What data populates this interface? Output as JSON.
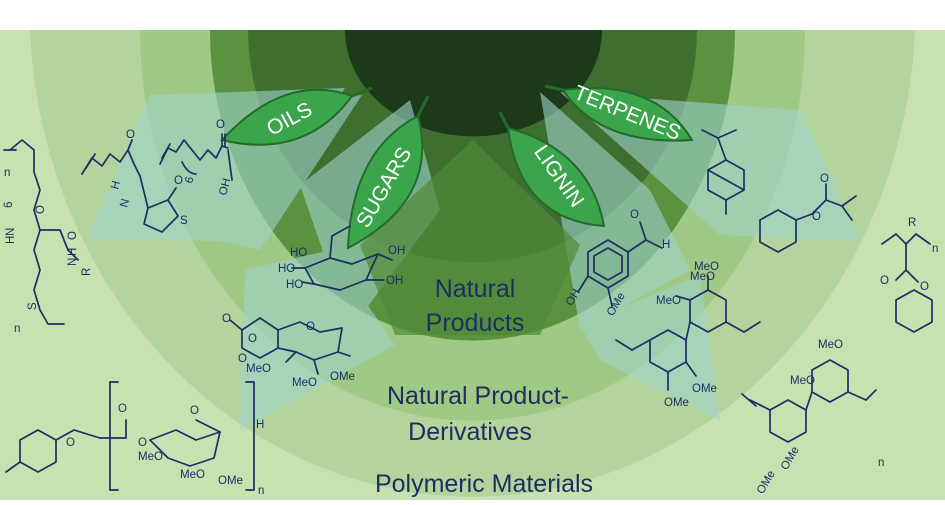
{
  "rings": {
    "inner": "Natural Products",
    "middle": "Natural Product-Derivatives",
    "outer": "Polymeric Materials"
  },
  "sources": [
    "OILS",
    "SUGARS",
    "LIGNIN",
    "TERPENES"
  ],
  "molecule_labels": {
    "oil_acid": [
      "OH",
      "O",
      "6"
    ],
    "oil_amide": [
      "O",
      "N",
      "H",
      "O",
      "S"
    ],
    "sugar": [
      "HO",
      "HO",
      "HO",
      "OH",
      "OH"
    ],
    "lignin_aldehyde": [
      "O",
      "H",
      "OH",
      "OMe"
    ],
    "sugar_carbonate": [
      "O",
      "O",
      "O",
      "O",
      "MeO",
      "MeO",
      "OMe"
    ],
    "biphenyl": [
      "MeO",
      "MeO",
      "MeO",
      "OMe",
      "OMe"
    ],
    "terpene_ester": [
      "O",
      "O"
    ],
    "poly_left": [
      "n",
      "6",
      "O",
      "N",
      "H",
      "O",
      "N",
      "H",
      "R",
      "S",
      "n"
    ],
    "poly_carbonate": [
      "O",
      "O",
      "O",
      "O",
      "H",
      "MeO",
      "MeO",
      "OMe",
      "n"
    ],
    "poly_biphenyl": [
      "MeO",
      "MeO",
      "OMe",
      "OMe",
      "n"
    ],
    "poly_terpene": [
      "R",
      "n",
      "O",
      "O"
    ]
  },
  "colors": {
    "outer": "#c9e0b1",
    "middle": "#a7cc8d",
    "inner": "#5c9441",
    "dark_ring": "#3c6b2c",
    "core": "#1d3919",
    "leaf": "#3aa54a",
    "beam": "#98cdc4",
    "ink": "#1d2e63"
  }
}
